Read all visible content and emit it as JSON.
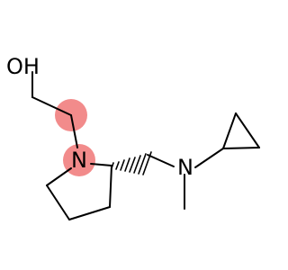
{
  "molecule": {
    "atoms": {
      "hydroxyl": "OH",
      "ring_nitrogen": "N",
      "amine_nitrogen": "N"
    },
    "highlight_color": "#f28b8b",
    "bond_color": "#000000",
    "stereo": {
      "center": "pyrrolidine-c2",
      "wedge_type": "hashed"
    }
  }
}
